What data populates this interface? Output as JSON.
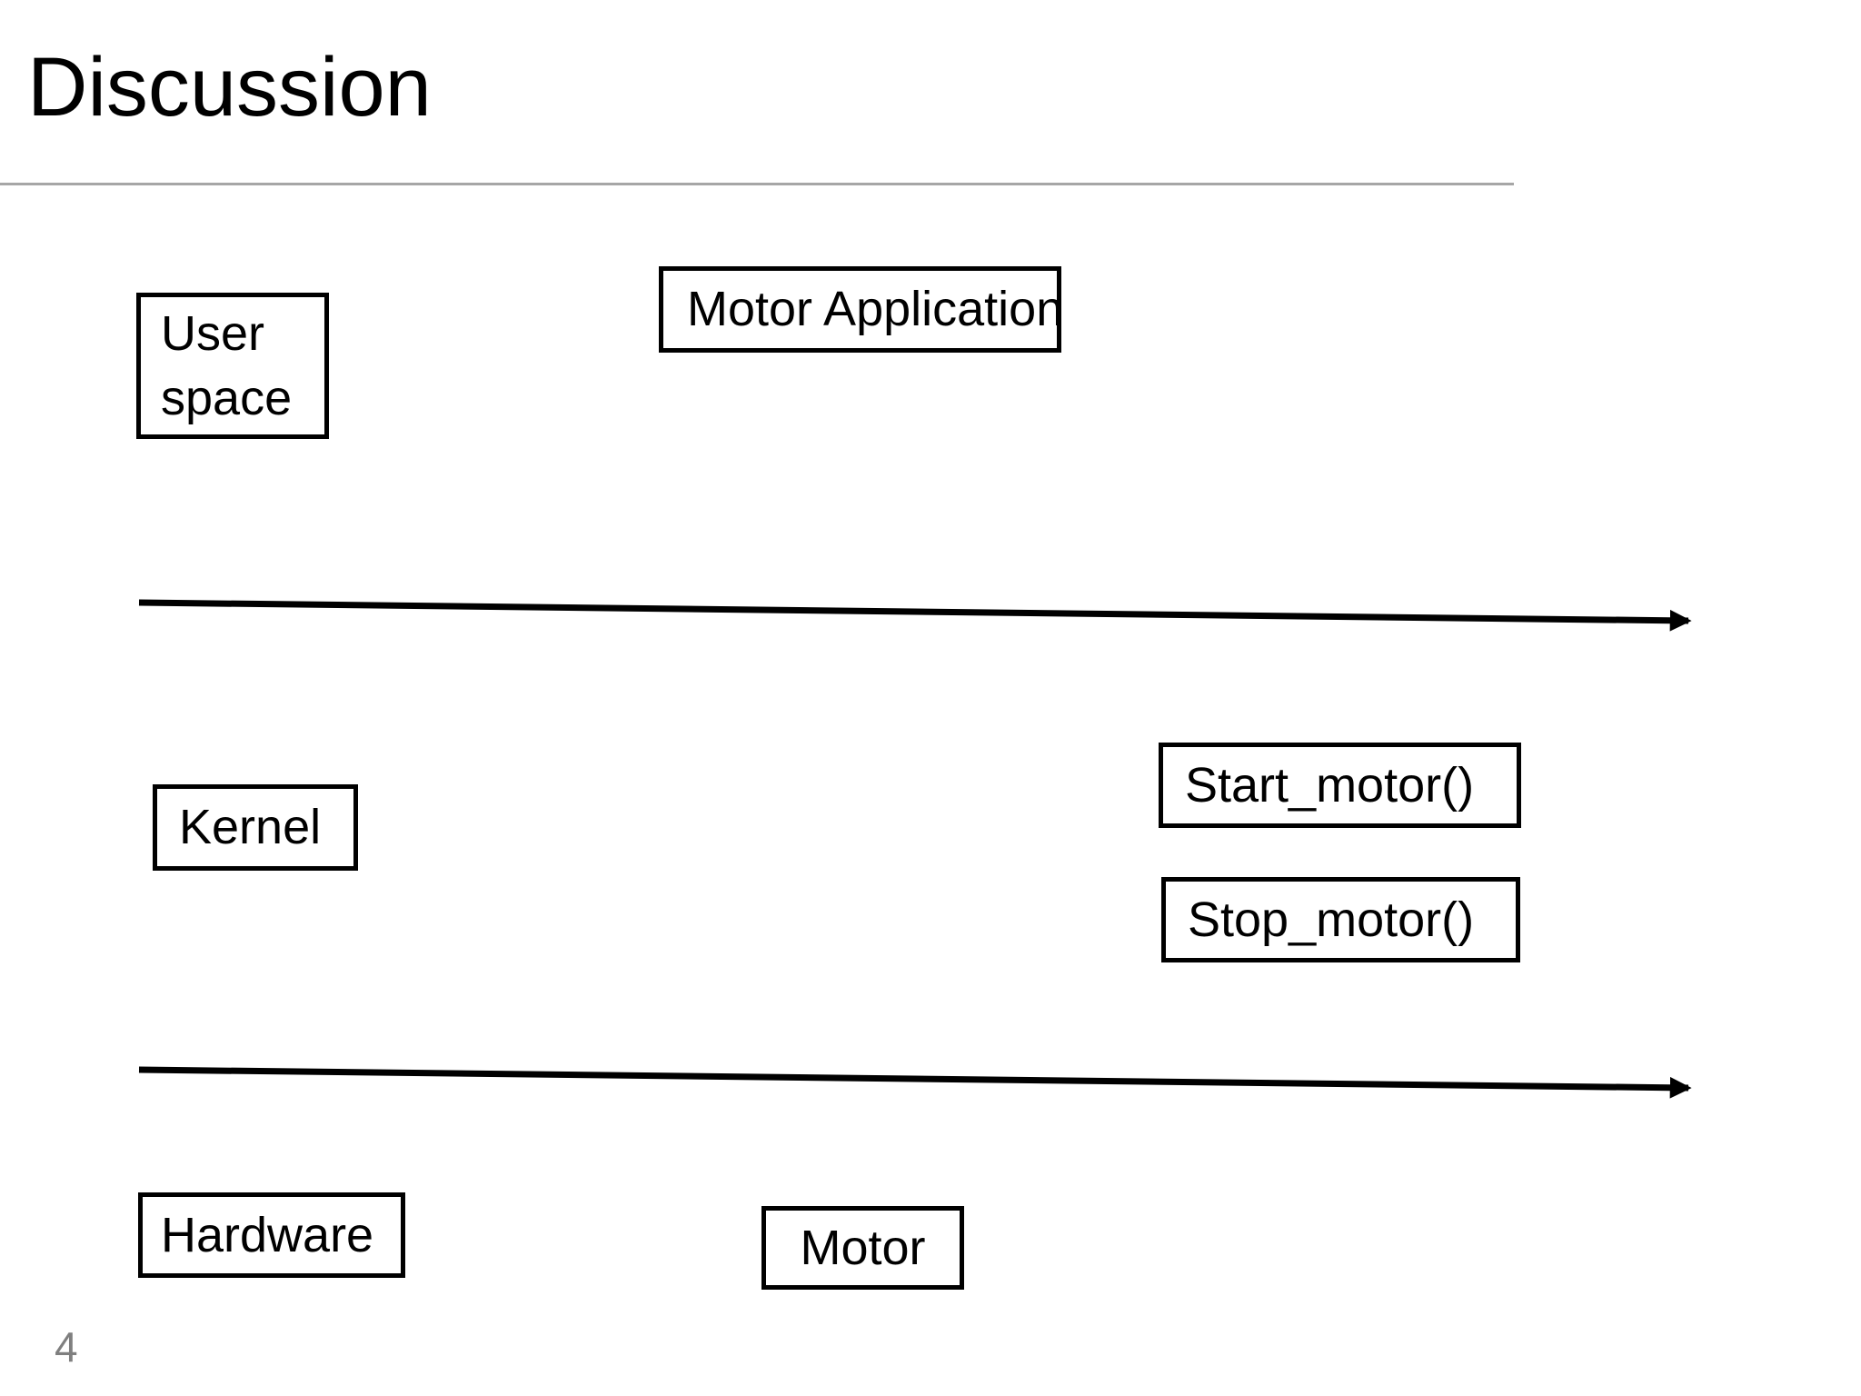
{
  "slide": {
    "title": "Discussion",
    "page_number": "4"
  },
  "boxes": {
    "user_space": "User space",
    "motor_application": "Motor Application",
    "kernel": "Kernel",
    "start_motor": "Start_motor()",
    "stop_motor": "Stop_motor()",
    "hardware": "Hardware",
    "motor": "Motor"
  },
  "arrows": [
    {
      "name": "upper-layer-boundary-arrow",
      "direction": "right"
    },
    {
      "name": "lower-layer-boundary-arrow",
      "direction": "right"
    }
  ],
  "colors": {
    "background": "#ffffff",
    "text": "#000000",
    "box_border": "#000000",
    "arrow": "#000000",
    "divider": "#a6a6a6",
    "page_number": "#7f7f7f"
  }
}
